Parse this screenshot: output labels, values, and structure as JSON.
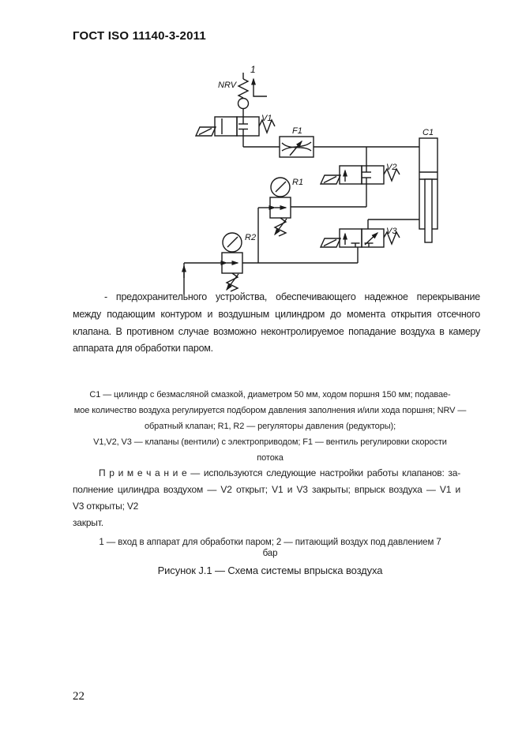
{
  "page": {
    "header": "ГОСТ ISO 11140-3-2011",
    "page_number": "22"
  },
  "diagram": {
    "labels": {
      "inlet_port": "1",
      "nrv": "NRV",
      "v1": "V1",
      "f1": "F1",
      "c1": "C1",
      "v2": "V2",
      "v3": "V3",
      "r1": "R1",
      "r2": "R2"
    }
  },
  "body": {
    "para1": {
      "lines": [
        "- предохранительного устройства, обеспечивающего надежное перекрывание",
        "между подающим контуром и воздушным цилиндром до момента открытия отсечного",
        "клапана. В противном случае возможно неконтролируемое попадание воздуха в камеру",
        "аппарата для обработки паром."
      ]
    },
    "legend": {
      "lines": [
        "C1 — цилиндр с безмасляной смазкой, диаметром 50 мм, ходом поршня 150 мм; подавае-",
        "мое количество воздуха регулируется подбором давления заполнения и/или хода поршня; NRV —",
        "обратный клапан; R1, R2 — регуляторы давления (редукторы);",
        "V1,V2, V3 — клапаны (вентили) с электроприводом; F1 — вентиль регулировки скорости",
        "потока"
      ]
    },
    "note": {
      "lines": [
        "П р и м е ч а н и е  — используются следующие настройки работы клапанов: за-",
        "полнение цилиндра воздухом — V2 открыт; V1 и  V3  закрыты; впрыск воздуха — V1 и",
        "V3  открыты; V2",
        "закрыт."
      ]
    },
    "ports_legend": {
      "lines": [
        "1 — вход в аппарат для обработки паром; 2 — питающий воздух под давлением 7",
        "бар"
      ]
    },
    "figure_caption": "Рисунок J.1 — Схема системы впрыска воздуха"
  }
}
